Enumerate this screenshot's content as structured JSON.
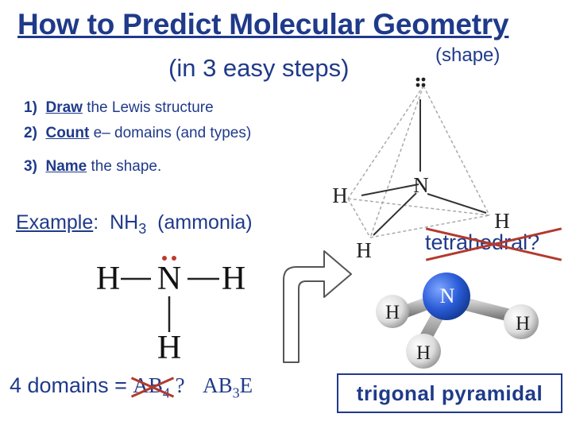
{
  "title": "How to Predict Molecular Geometry",
  "subtitle": "(in 3 easy steps)",
  "shape_note": "(shape)",
  "steps": [
    {
      "num": "1)",
      "verb": "Draw",
      "rest": " the Lewis structure"
    },
    {
      "num": "2)",
      "verb": "Count",
      "rest": " e– domains (and types)"
    },
    {
      "num": "3)",
      "verb": "Name",
      "rest": " the shape."
    }
  ],
  "example": {
    "label": "Example",
    "colon": ":",
    "formula_main": "NH",
    "formula_sub": "3",
    "name": "(ammonia)"
  },
  "lewis": {
    "central": "N",
    "h_left": "H",
    "h_right": "H",
    "h_bottom": "H"
  },
  "tetra_diagram": {
    "n": "N",
    "h_left": "H",
    "h_right": "H",
    "h_bottom": "H"
  },
  "tetra_label": "tetrahedral?",
  "ball_stick": {
    "n": "N",
    "h_left": "H",
    "h_right": "H",
    "h_bottom": "H"
  },
  "domains": {
    "prefix": "4 domains = ",
    "crossed_main": "AB",
    "crossed_sub": "4",
    "question": " ?",
    "correct_main": "AB",
    "correct_sub": "3",
    "correct_end": "E"
  },
  "answer": "trigonal pyramidal",
  "colors": {
    "text": "#1f3a8a",
    "cross": "#b23a2e",
    "nitrogen": "#2a5bd7",
    "hydrogen": "#e8e8e8"
  }
}
